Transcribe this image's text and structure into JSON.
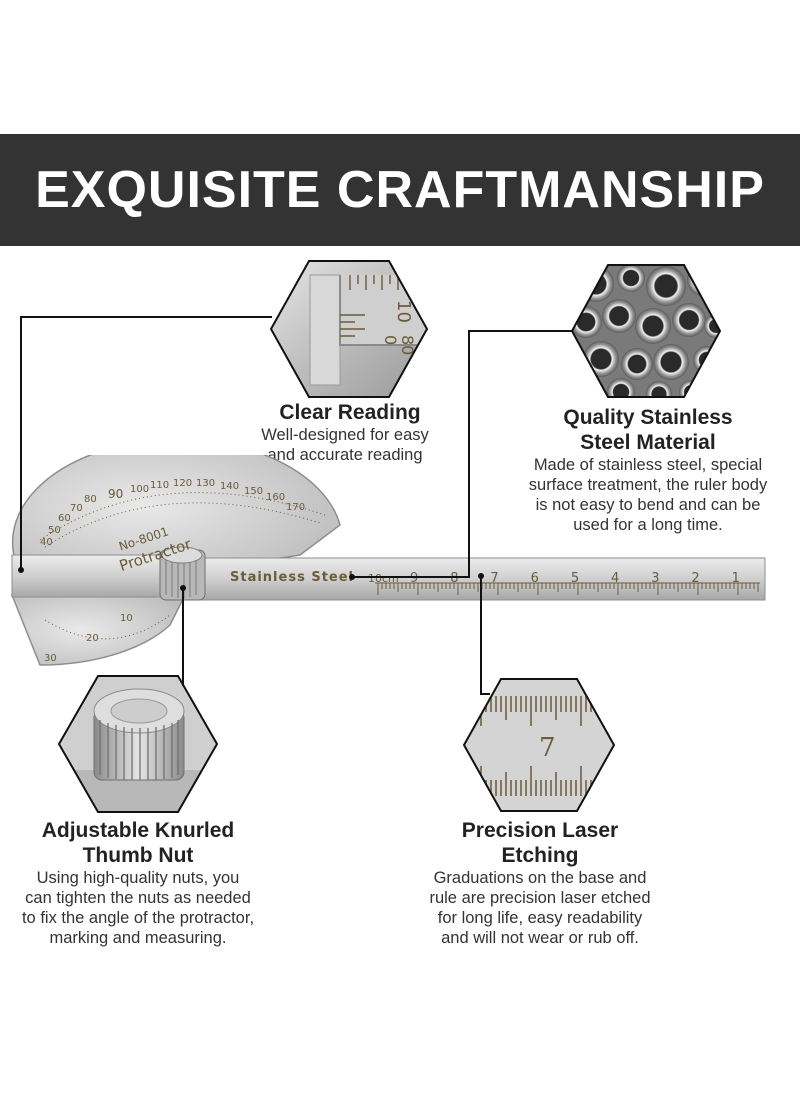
{
  "banner": {
    "title": "EXQUISITE CRAFTMANSHIP",
    "background_color": "#333333",
    "text_color": "#ffffff"
  },
  "features": {
    "clear_reading": {
      "title": "Clear Reading",
      "desc_lines": [
        "Well-designed for easy",
        "and accurate reading"
      ],
      "icon": "protractor-closeup-icon"
    },
    "stainless_steel": {
      "title_lines": [
        "Quality Stainless",
        "Steel Material"
      ],
      "desc_lines": [
        "Made of stainless steel, special",
        "surface treatment, the ruler body",
        "is not easy to bend and can be",
        "used for a long time."
      ],
      "icon": "steel-tubes-icon"
    },
    "thumb_nut": {
      "title_lines": [
        "Adjustable Knurled",
        "Thumb Nut"
      ],
      "desc_lines": [
        "Using high-quality nuts, you",
        "can tighten the nuts as needed",
        "to fix the angle of the protractor,",
        "marking and measuring."
      ],
      "icon": "knurled-nut-icon"
    },
    "laser_etching": {
      "title_lines": [
        "Precision Laser",
        "Etching"
      ],
      "desc_lines": [
        "Graduations on the base and",
        "rule are precision laser etched",
        "for long life, easy readability",
        "and will not wear or rub off."
      ],
      "icon": "ruler-graduations-icon"
    }
  },
  "product": {
    "model": "No-8001",
    "name": "Protractor",
    "ruler_text": "Stainless Steel",
    "ruler_unit": "10cm",
    "ruler_numbers": [
      "9",
      "8",
      "7",
      "6",
      "5",
      "4",
      "3",
      "2",
      "1"
    ],
    "arc_numbers": [
      "90",
      "100",
      "110",
      "120",
      "130",
      "140",
      "150",
      "160",
      "170",
      "80",
      "70",
      "60",
      "50",
      "40",
      "30",
      "20",
      "10"
    ],
    "closeup_numbers": [
      "10",
      "0",
      "80"
    ],
    "etching_digit": "7"
  },
  "colors": {
    "steel": "#c9c9c9",
    "steel_dark": "#8e8e8e",
    "etch": "#6a5b3a",
    "line": "#111111"
  }
}
